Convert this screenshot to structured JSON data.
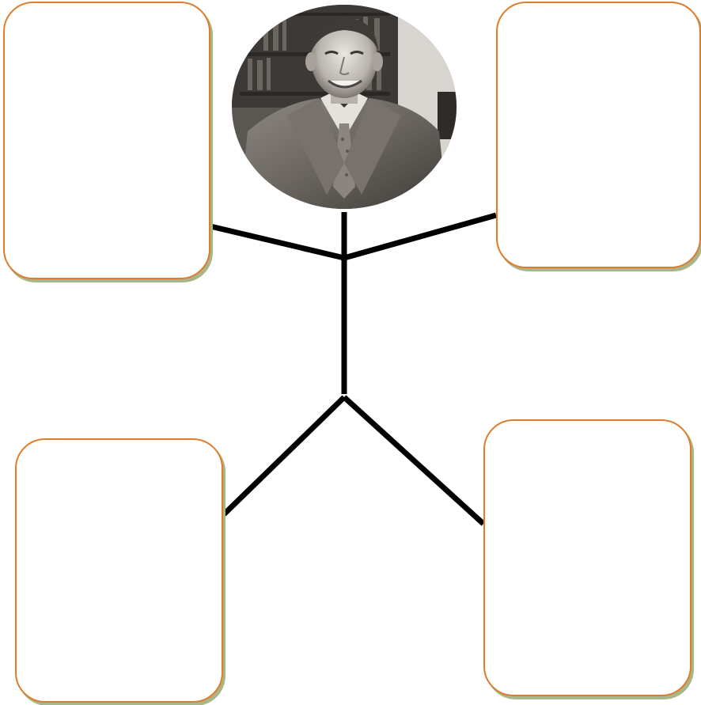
{
  "colors": {
    "box_border": "#e07b2a",
    "box_shadow": "#a9b68a",
    "lines": "#000000"
  },
  "portrait": {
    "icon": "portrait-photo-icon",
    "description_kind": "black-and-white photo of a smiling man in a suit in front of bookshelves"
  },
  "boxes": [
    {
      "id": "top-left",
      "text": ""
    },
    {
      "id": "top-right",
      "text": ""
    },
    {
      "id": "bottom-left",
      "text": ""
    },
    {
      "id": "bottom-right",
      "text": ""
    }
  ]
}
